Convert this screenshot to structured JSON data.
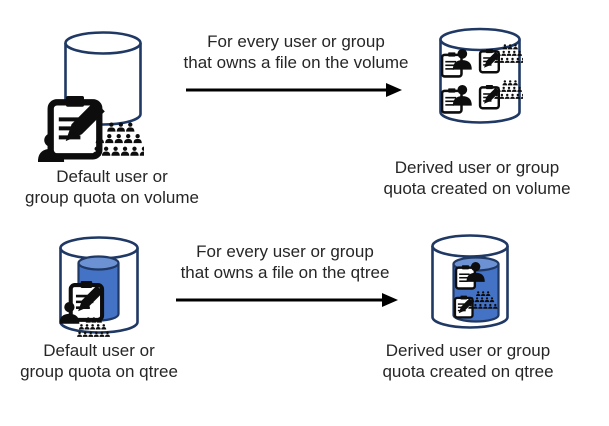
{
  "diagram": {
    "title": "Default quota to derived quota diagram",
    "rows": [
      {
        "source_label": "Default user or\ngroup quota on volume",
        "arrow_label": "For every user or group\nthat owns a file on the volume",
        "target_label": "Derived user or group\nquota created on volume"
      },
      {
        "source_label": "Default user or\ngroup quota on qtree",
        "arrow_label": "For every user or group\nthat owns a file on the qtree",
        "target_label": "Derived user or group\nquota created on qtree"
      }
    ],
    "icons": {
      "volume": "cylinder-icon",
      "qtree": "nested-blue-cylinder-icon",
      "default_quota": "clipboard-pencil-user-crowd-icon",
      "derived_user_quota": "clipboard-user-icon",
      "derived_group_quota": "clipboard-pencil-crowd-icon",
      "arrow": "right-arrow-icon"
    },
    "colors": {
      "cylinder_outline": "#1f3864",
      "qtree_fill": "#4472c4",
      "qtree_fill_top": "#6d92d4",
      "icon": "#0d0d0d",
      "text": "#262626",
      "arrow": "#000000",
      "background": "#ffffff"
    }
  }
}
